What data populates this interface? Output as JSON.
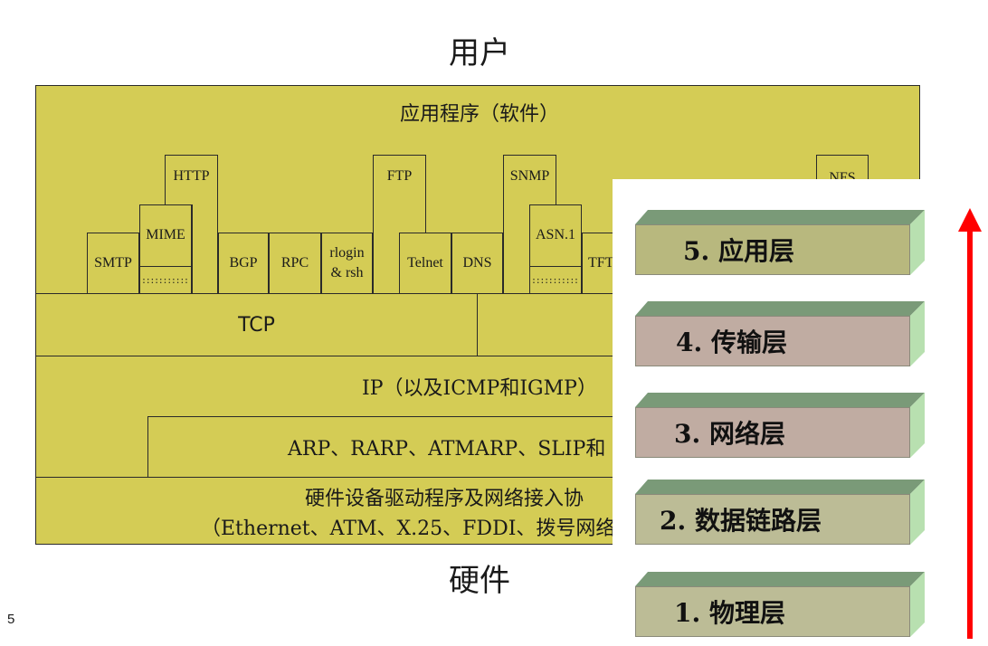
{
  "top_label": "用户",
  "bottom_label": "硬件",
  "page_number": "5",
  "stack": {
    "app_title": "应用程序（软件）",
    "protocols": {
      "http": "HTTP",
      "mime": "MIME",
      "smtp": "SMTP",
      "mime_dots": ":::::::::::",
      "bgp": "BGP",
      "rpc": "RPC",
      "rlogin": "rlogin",
      "rsh": "& rsh",
      "ftp": "FTP",
      "telnet": "Telnet",
      "dns": "DNS",
      "snmp": "SNMP",
      "asn1": "ASN.1",
      "asn1_dots": ":::::::::::",
      "tft_partial": "TFT",
      "nfs_partial": "NFS"
    },
    "tcp": "TCP",
    "ip": "IP（以及ICMP和IGMP）",
    "arp_partial": "ARP、RARP、ATMARP、SLIP和",
    "hw_line1_partial": "硬件设备驱动程序及网络接入协",
    "hw_line2_partial": "（Ethernet、ATM、X.25、FDDI、拨号网络"
  },
  "layers": [
    {
      "label": "5. 应用层",
      "color": "#b8b87e"
    },
    {
      "label": "4. 传输层",
      "color": "#c0aca2"
    },
    {
      "label": "3. 网络层",
      "color": "#c0aca2"
    },
    {
      "label": "2. 数据链路层",
      "color": "#bcbc96"
    },
    {
      "label": "1. 物理层",
      "color": "#bcbc96"
    }
  ],
  "colors": {
    "stack_fill": "#d4cc55",
    "arrow": "#ff0000"
  }
}
